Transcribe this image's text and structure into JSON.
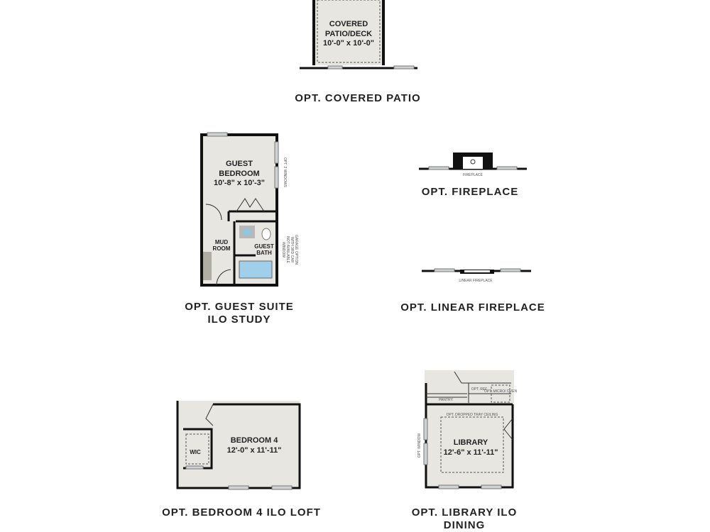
{
  "patio": {
    "name": "COVERED PATIO/DECK",
    "name1": "COVERED",
    "name2": "PATIO/DECK",
    "size": "10'-0\" x 10'-0\"",
    "caption": "OPT. COVERED PATIO"
  },
  "guest_suite": {
    "bedroom_name1": "GUEST",
    "bedroom_name2": "BEDROOM",
    "bedroom_size": "10'-8\" x 10'-3\"",
    "opt_windows": "OPT. 2 WINDOWS",
    "mud_room1": "MUD",
    "mud_room2": "ROOM",
    "bath1": "GUEST",
    "bath2": "BATH",
    "window_note1": "WINDOW",
    "window_note2": "NOT AVAILABLE",
    "window_note3": "WITH 3RD CAR",
    "window_note4": "GARAGE OPTION",
    "caption1": "OPT. GUEST SUITE",
    "caption2": "ILO STUDY"
  },
  "fireplace": {
    "label": "FIREPLACE",
    "caption": "OPT. FIREPLACE"
  },
  "linear_fireplace": {
    "label": "LINEAR FIREPLACE",
    "caption": "OPT. LINEAR FIREPLACE"
  },
  "bedroom4": {
    "name": "BEDROOM 4",
    "size": "12'-0\" x 11'-11\"",
    "wic": "WIC",
    "caption": "OPT. BEDROOM 4 ILO LOFT"
  },
  "library": {
    "name": "LIBRARY",
    "size": "12'-6\" x 11'-11\"",
    "pantry": "PANTRY",
    "ref": "OPT. REF",
    "micro": "OPT. MICRO/ OVEN",
    "ceiling": "OPT. DROPPED TRAY CEILING",
    "window": "OPT. WINDOW",
    "caption1": "OPT. LIBRARY ILO",
    "caption2": "DINING"
  }
}
